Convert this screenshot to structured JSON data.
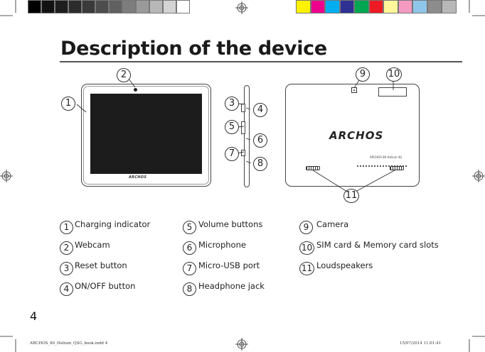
{
  "title": "Description of the device",
  "page_number": "4",
  "front_logo": "ARCHOS",
  "back_logo": "ARCHOS",
  "back_small_text": "ARCHOS 80 Helium 4G",
  "callouts": [
    "1",
    "2",
    "3",
    "4",
    "5",
    "6",
    "7",
    "8",
    "9",
    "10",
    "11"
  ],
  "legend": [
    {
      "num": "1",
      "label": "Charging indicator"
    },
    {
      "num": "2",
      "label": "Webcam"
    },
    {
      "num": "3",
      "label": "Reset button"
    },
    {
      "num": "4",
      "label": "ON/OFF button"
    },
    {
      "num": "5",
      "label": "Volume buttons"
    },
    {
      "num": "6",
      "label": "Microphone"
    },
    {
      "num": "7",
      "label": "Micro-USB port"
    },
    {
      "num": "8",
      "label": "Headphone jack"
    },
    {
      "num": "9",
      "label": "Camera"
    },
    {
      "num": "10",
      "label": "SIM card & Memory card slots"
    },
    {
      "num": "11",
      "label": "Loudspeakers"
    }
  ],
  "footer": {
    "file": "ARCHOS_80_Helium_QSG_book.indd   4",
    "timestamp": "15/07/2014   11:01:41"
  },
  "colors": {
    "grays": [
      "#000000",
      "#121212",
      "#1e1e1e",
      "#2c2c2c",
      "#3a3a3a",
      "#4d4d4d",
      "#606060",
      "#7d7d7d",
      "#9a9a9a",
      "#b7b7b7",
      "#d4d4d4",
      "#ffffff"
    ],
    "process": [
      "#fff200",
      "#ec008c",
      "#00aeef",
      "#2e3192",
      "#00a651",
      "#ed1c24",
      "#fff799",
      "#f49ac1",
      "#8fc5e8",
      "#8c8c8c",
      "#b8b8b8"
    ]
  }
}
